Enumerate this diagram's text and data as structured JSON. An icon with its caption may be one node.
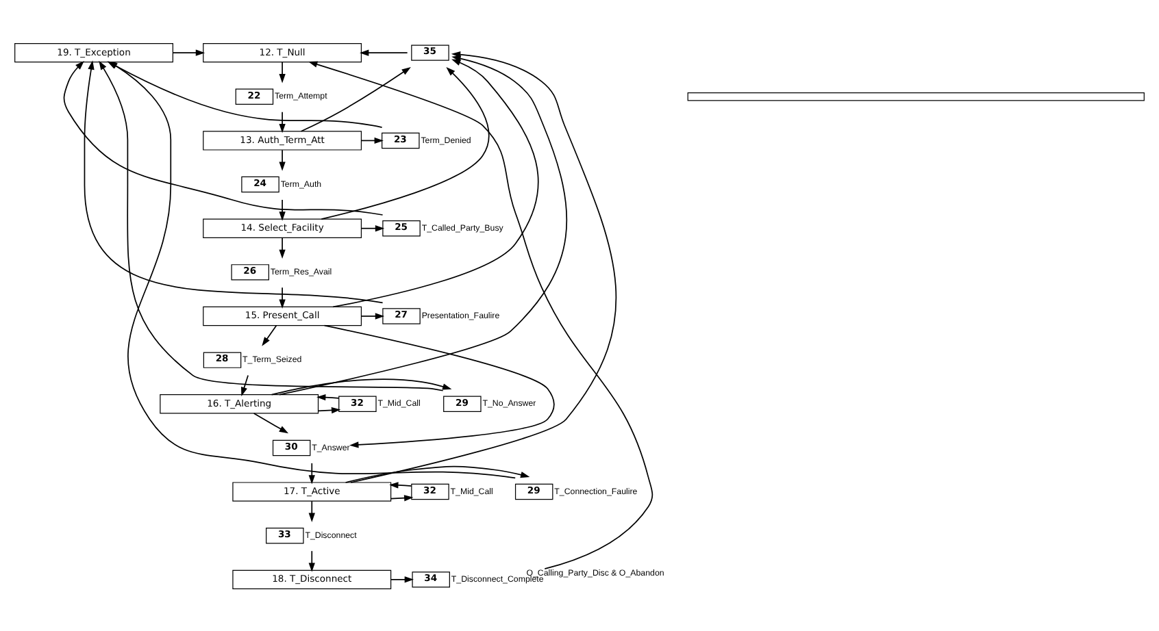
{
  "diagram": {
    "nodes": [
      {
        "text": [
          "19. T_Exception"
        ]
      },
      {
        "text": [
          "12. T_Null"
        ]
      },
      {
        "text": [],
        "shape": "bar"
      },
      {
        "text": [
          "22"
        ],
        "beside": [
          "Term_Attempt"
        ]
      },
      {
        "text": [
          "35"
        ]
      },
      {
        "text": [
          "13. Auth_Term_Att"
        ]
      },
      {
        "text": [
          "23"
        ],
        "beside": [
          "Term_Denied"
        ]
      },
      {
        "text": [
          "24"
        ],
        "beside": [
          "Term_Auth"
        ]
      },
      {
        "text": [
          "14. Select_Facility"
        ]
      },
      {
        "text": [
          "25"
        ],
        "beside": [
          "T_Called_Party_Busy"
        ]
      },
      {
        "text": [
          "26"
        ],
        "beside": [
          "Term_Res_Avail"
        ]
      },
      {
        "text": [
          "15. Present_Call"
        ]
      },
      {
        "text": [
          "27"
        ],
        "beside": [
          "Presentation_Faulire"
        ]
      },
      {
        "text": [
          "28"
        ],
        "beside": [
          "T_Term_Seized"
        ]
      },
      {
        "text": [
          "16. T_Alerting"
        ]
      },
      {
        "text": [
          "29"
        ],
        "beside": [
          "T_No_Answer"
        ]
      },
      {
        "text": [
          "32"
        ],
        "beside": [
          "T_Mid_Call"
        ]
      },
      {
        "text": [
          "30"
        ],
        "beside": [
          "T_Answer"
        ]
      },
      {
        "text": [
          "17. T_Active"
        ]
      },
      {
        "text": [
          "29"
        ],
        "beside": [
          "T_Connection_Faulire"
        ]
      },
      {
        "text": [
          "32"
        ],
        "beside": [
          "T_Mid_Call"
        ]
      },
      {
        "text": [
          "33"
        ],
        "beside": [
          "T_Disconnect"
        ]
      },
      {
        "text": [
          "18. T_Disconnect"
        ]
      },
      {
        "text": [
          "34"
        ],
        "beside": [
          "T_Disconnect_Complete"
        ]
      }
    ],
    "edges": [
      {
        "from": 0,
        "to": 1,
        "arrow": "to"
      },
      {
        "from": 1,
        "to": 3,
        "arrow": "to"
      },
      {
        "from": 3,
        "to": 5,
        "arrow": "to"
      },
      {
        "from": 5,
        "to": 6,
        "arrow": "to"
      },
      {
        "from": 6,
        "to": 0,
        "arrow": "to"
      },
      {
        "from": 5,
        "to": 4,
        "arrow": "to"
      },
      {
        "from": 4,
        "to": 1,
        "arrow": "to"
      },
      {
        "from": 5,
        "to": 7,
        "arrow": "to"
      },
      {
        "from": 7,
        "to": 8,
        "arrow": "to"
      },
      {
        "from": 8,
        "to": 9,
        "arrow": "to"
      },
      {
        "from": 9,
        "to": 0,
        "arrow": "to"
      },
      {
        "from": 8,
        "to": 4,
        "arrow": "to"
      },
      {
        "from": 8,
        "to": 10,
        "arrow": "to"
      },
      {
        "from": 10,
        "to": 11,
        "arrow": "to"
      },
      {
        "from": 11,
        "to": 12,
        "arrow": "to"
      },
      {
        "from": 12,
        "to": 0,
        "arrow": "to"
      },
      {
        "from": 11,
        "to": 4,
        "arrow": "to"
      },
      {
        "from": 11,
        "to": 13,
        "arrow": "to"
      },
      {
        "from": 11,
        "to": 17,
        "arrow": "to"
      },
      {
        "from": 13,
        "to": 14,
        "arrow": "to"
      },
      {
        "from": 14,
        "to": 15,
        "arrow": "to"
      },
      {
        "from": 15,
        "to": 0,
        "arrow": "to"
      },
      {
        "from": 14,
        "to": 4,
        "arrow": "to"
      },
      {
        "from": 14,
        "to": 16,
        "arrow": "to"
      },
      {
        "from": 16,
        "to": 14,
        "arrow": "to"
      },
      {
        "from": 14,
        "to": 17,
        "arrow": "to"
      },
      {
        "from": 17,
        "to": 18,
        "arrow": "to"
      },
      {
        "from": 18,
        "to": 19,
        "arrow": "to"
      },
      {
        "from": 19,
        "to": 0,
        "arrow": "to"
      },
      {
        "from": 18,
        "to": 4,
        "arrow": "to"
      },
      {
        "from": 18,
        "to": 20,
        "arrow": "to"
      },
      {
        "from": 20,
        "to": 18,
        "arrow": "to"
      },
      {
        "from": 18,
        "to": 21,
        "arrow": "to"
      },
      {
        "from": 21,
        "to": 22,
        "arrow": "to"
      },
      {
        "from": 22,
        "to": 23,
        "arrow": "to"
      },
      {
        "from": 23,
        "to": 1,
        "arrow": "to",
        "label": "O_Calling_Party_Disc & O_Abandon"
      }
    ]
  }
}
